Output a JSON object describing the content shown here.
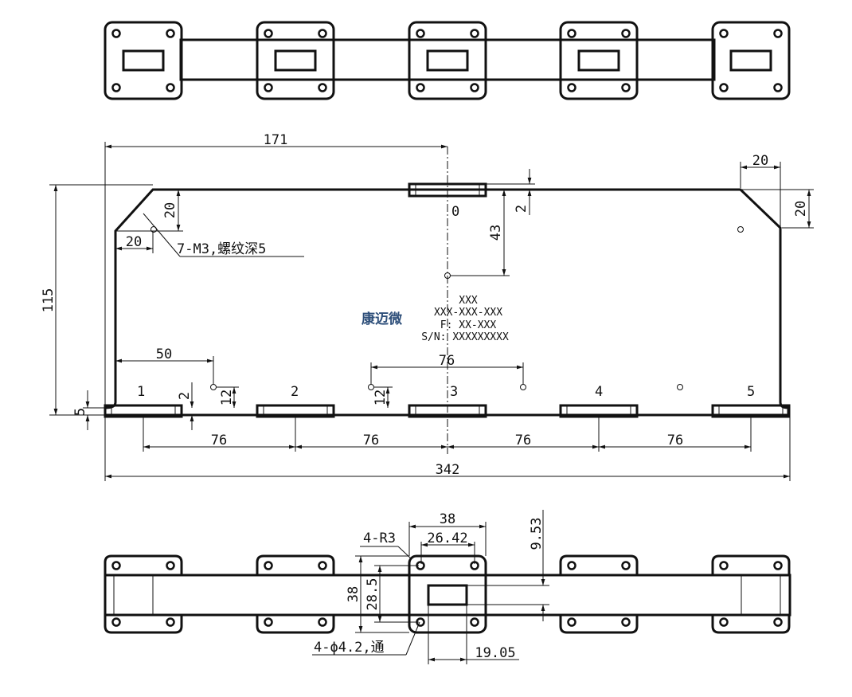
{
  "logo_text": "康迈微",
  "marking": {
    "line1": "XXX",
    "line2": "XXX-XXX-XXX",
    "line3": "F: XX-XXX",
    "line4": "S/N: XXXXXXXXX"
  },
  "port_labels": [
    "0",
    "1",
    "2",
    "3",
    "4",
    "5"
  ],
  "dimensions": {
    "d171": "171",
    "d20_top_right_h": "20",
    "d20_top_right_v": "20",
    "d2_top": "2",
    "d43": "43",
    "d20_chamfer_v": "20",
    "d20_chamfer_h": "20",
    "d115": "115",
    "d50": "50",
    "d76_mid": "76",
    "d2_bottom": "2",
    "d12_a": "12",
    "d12_b": "12",
    "d5": "5",
    "d76_a": "76",
    "d76_b": "76",
    "d76_c": "76",
    "d76_d": "76",
    "d342": "342",
    "d38_width": "38",
    "d26_42": "26.42",
    "d9_53": "9.53",
    "d38_height": "38",
    "d28_5": "28.5",
    "d19_05": "19.05"
  },
  "notes": {
    "tapped_holes": "7-M3,螺纹深5",
    "corner_radius": "4-R3",
    "through_holes": "4-ϕ4.2,通"
  }
}
